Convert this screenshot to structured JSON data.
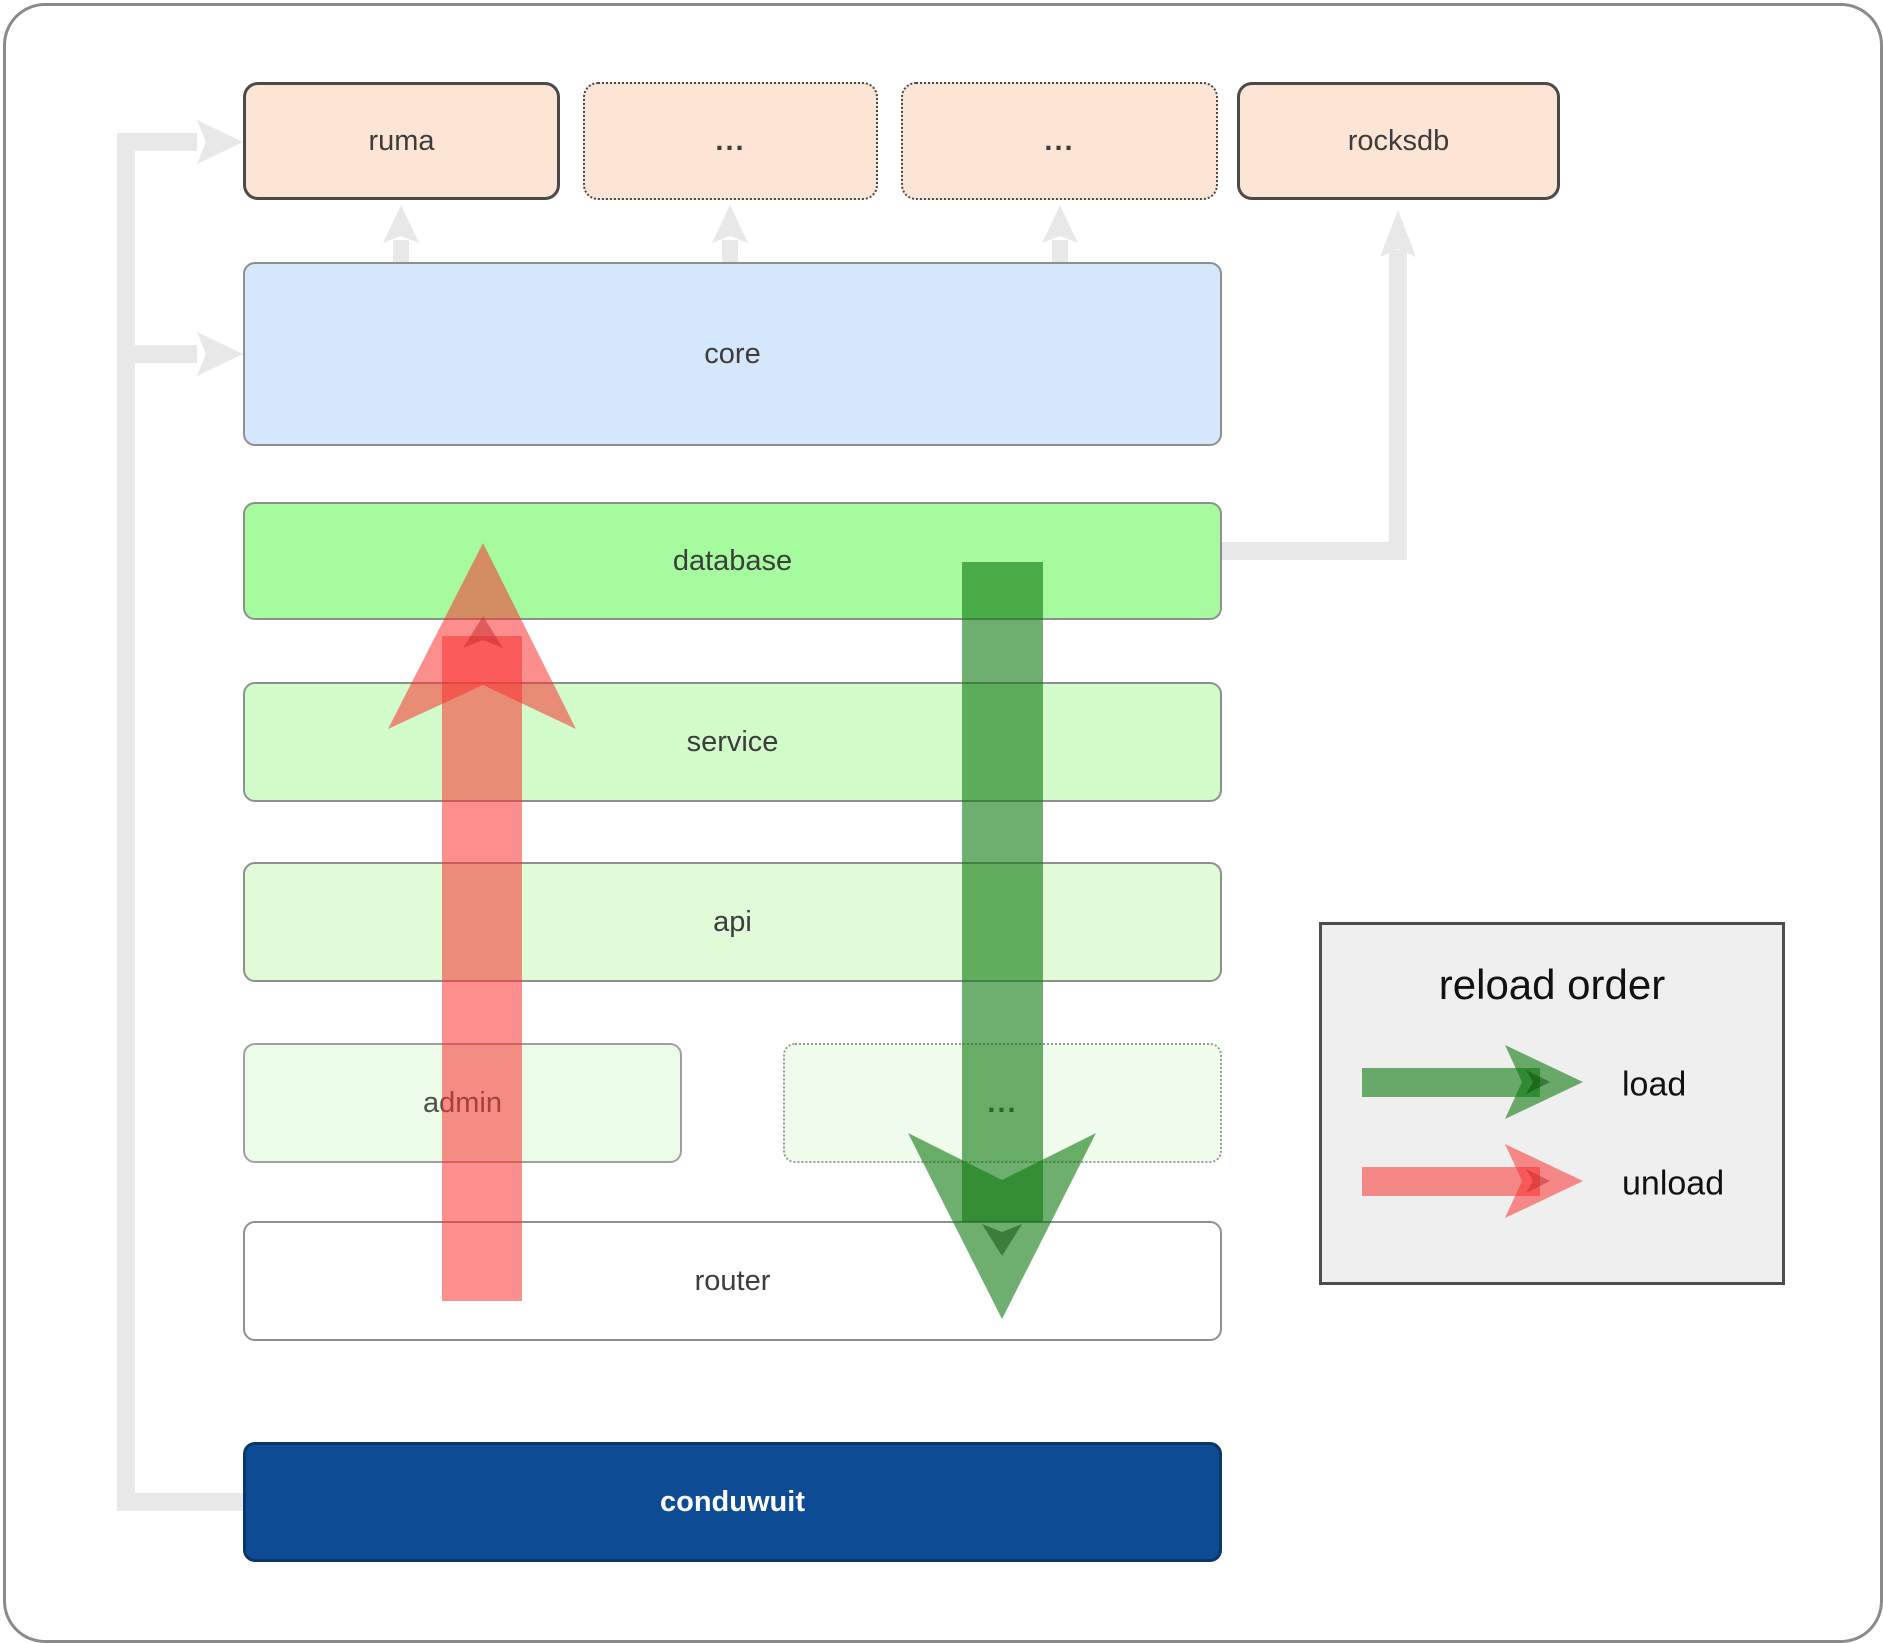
{
  "nodes": {
    "ruma": "ruma",
    "dots_top_1": "...",
    "dots_top_2": "...",
    "rocksdb": "rocksdb",
    "core": "core",
    "database": "database",
    "service": "service",
    "api": "api",
    "admin": "admin",
    "dots_admin": "...",
    "router": "router",
    "conduwuit": "conduwuit"
  },
  "legend": {
    "title": "reload order",
    "load": "load",
    "unload": "unload"
  },
  "colors": {
    "peach": "#fde5d5",
    "peach_border": "#4a4a4a",
    "blue": "#d5e7fa",
    "green_bright": "#a6fb9e",
    "green_light": "#d2fbca",
    "green_lighter": "#e1fbd8",
    "green_faint": "#ebfce8",
    "green_faintest": "#f0fdec",
    "white": "#ffffff",
    "navy": "#0d4c94",
    "navy_text": "#ffffff",
    "gray_border": "#8f8f8f",
    "label": "#3d3d3d",
    "admin_label": "#4d4d4d",
    "connector": "#e8e8e8",
    "legend_bg": "#efefef",
    "legend_border": "#4d4d4d",
    "load_green": "#0d780d",
    "unload_red": "#fa3131"
  }
}
